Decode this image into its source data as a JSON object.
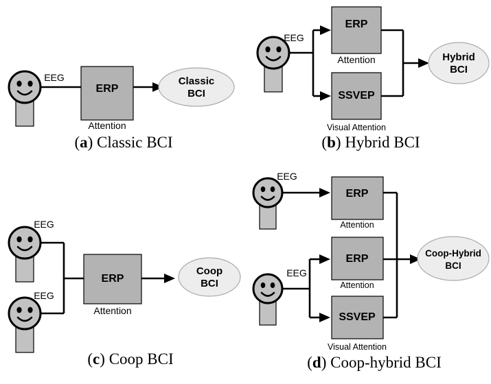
{
  "figure": {
    "title": "BCI paradigm comparison diagram",
    "colors": {
      "box_fill": "#b3b3b3",
      "ellipse_fill": "#ededed",
      "person_fill": "#c2c2c2",
      "line": "#000000",
      "background": "#ffffff"
    }
  },
  "panels": [
    {
      "id": "a",
      "caption_marker": "(a)",
      "caption_letter": "a",
      "caption_text": "Classic BCI",
      "persons": [
        {
          "signal_label": "EEG"
        }
      ],
      "boxes": [
        {
          "label": "ERP",
          "sublabel": "Attention"
        }
      ],
      "output": {
        "line1": "Classic",
        "line2": "BCI"
      }
    },
    {
      "id": "b",
      "caption_marker": "(b)",
      "caption_letter": "b",
      "caption_text": "Hybrid BCI",
      "persons": [
        {
          "signal_label": "EEG"
        }
      ],
      "boxes": [
        {
          "label": "ERP",
          "sublabel": "Attention"
        },
        {
          "label": "SSVEP",
          "sublabel": "Visual Attention"
        }
      ],
      "output": {
        "line1": "Hybrid",
        "line2": "BCI"
      }
    },
    {
      "id": "c",
      "caption_marker": "(c)",
      "caption_letter": "c",
      "caption_text": "Coop BCI",
      "persons": [
        {
          "signal_label": "EEG"
        },
        {
          "signal_label": "EEG"
        }
      ],
      "boxes": [
        {
          "label": "ERP",
          "sublabel": "Attention"
        }
      ],
      "output": {
        "line1": "Coop",
        "line2": "BCI"
      }
    },
    {
      "id": "d",
      "caption_marker": "(d)",
      "caption_letter": "d",
      "caption_text": "Coop-hybrid BCI",
      "persons": [
        {
          "signal_label": "EEG"
        },
        {
          "signal_label": "EEG"
        }
      ],
      "boxes": [
        {
          "label": "ERP",
          "sublabel": "Attention"
        },
        {
          "label": "ERP",
          "sublabel": "Attention"
        },
        {
          "label": "SSVEP",
          "sublabel": "Visual Attention"
        }
      ],
      "output": {
        "line1": "Coop-Hybrid",
        "line2": "BCI"
      }
    }
  ]
}
